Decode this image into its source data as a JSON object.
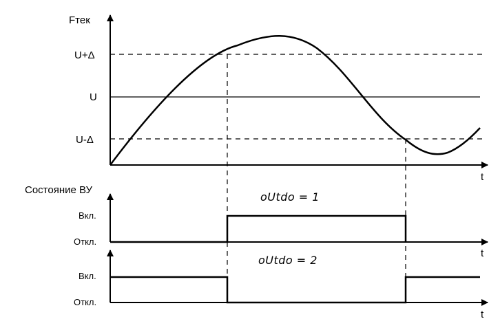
{
  "top_chart": {
    "y_axis_label": "Fтек",
    "x_axis_label": "t",
    "levels": {
      "upper": "U+Δ",
      "setpoint": "U",
      "lower": "U-Δ"
    }
  },
  "state_section": {
    "title": "Состояние ВУ"
  },
  "mode_1": {
    "label": "oUtdo = 1",
    "on_label": "Вкл.",
    "off_label": "Откл.",
    "x_axis_label": "t"
  },
  "mode_2": {
    "label": "oUtdo = 2",
    "on_label": "Вкл.",
    "off_label": "Откл.",
    "x_axis_label": "t"
  }
}
